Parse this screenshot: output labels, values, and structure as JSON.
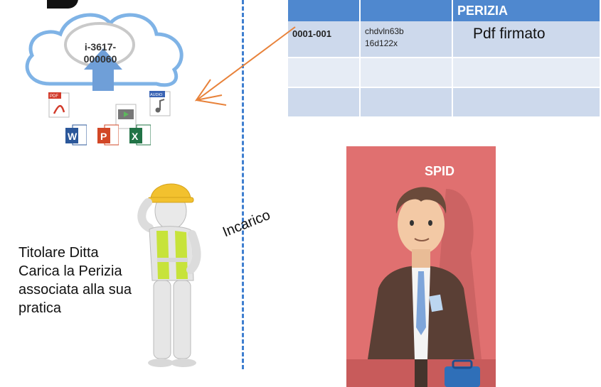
{
  "cloud": {
    "code_line1": "i-3617-",
    "code_line2": "000060"
  },
  "file_icons": {
    "pdf_tag": "PDF",
    "audio_tag": "AUDIO",
    "word_letter": "W",
    "ppt_letter": "P",
    "excel_letter": "X"
  },
  "table": {
    "header": [
      "",
      "",
      "PERIZIA"
    ],
    "rows": [
      {
        "code": "0001-001",
        "hash_line1": "chdvln63b",
        "hash_line2": "16d122x",
        "document": "Pdf firmato"
      },
      {
        "code": "",
        "hash_line1": "",
        "hash_line2": "",
        "document": ""
      },
      {
        "code": "",
        "hash_line1": "",
        "hash_line2": "",
        "document": ""
      }
    ]
  },
  "caption": {
    "line1": "Titolare Ditta",
    "line2": "Carica la Perizia",
    "line3": "associata alla sua",
    "line4": "pratica"
  },
  "incarico_label": "Incarico",
  "spid_label": "SPID",
  "colors": {
    "accent_blue": "#4f88cf",
    "dashed_line": "#3f7fd0",
    "arrow": "#e8823a",
    "spid_background": "#e07070"
  }
}
